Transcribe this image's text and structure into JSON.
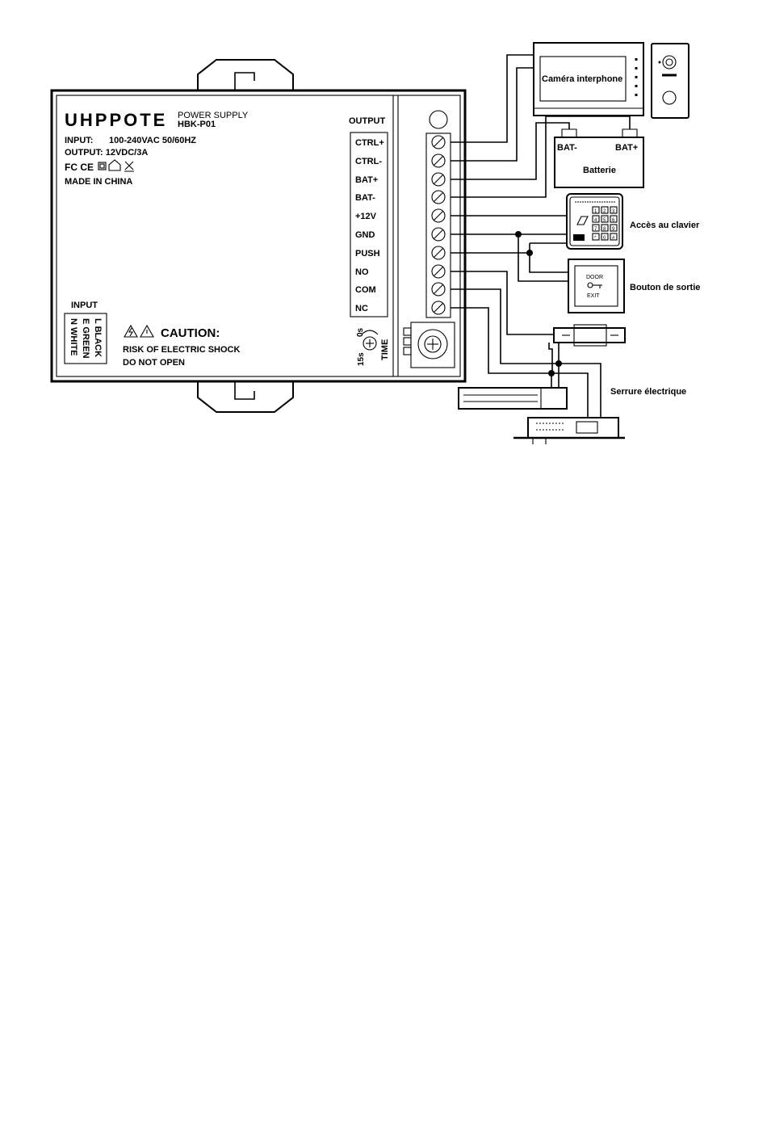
{
  "psu": {
    "brand": "UHPPOTE",
    "product": "POWER SUPPLY",
    "model": "HBK-P01",
    "input_label": "INPUT:",
    "input_value": "100-240VAC 50/60HZ",
    "output_spec": "OUTPUT: 12VDC/3A",
    "certifications": "FC CE",
    "made_in": "MADE IN CHINA",
    "output_header": "OUTPUT",
    "terminals": [
      "CTRL+",
      "CTRL-",
      "BAT+",
      "BAT-",
      "+12V",
      "GND",
      "PUSH",
      "NO",
      "COM",
      "NC"
    ],
    "input_header": "INPUT",
    "input_wires": [
      "L BLACK",
      "E GREEN",
      "N WHITE"
    ],
    "caution_title": "CAUTION:",
    "caution_line1": "RISK OF ELECTRIC SHOCK",
    "caution_line2": "DO NOT OPEN",
    "timer_label": "TIME",
    "timer_min": "0s",
    "timer_max": "15s"
  },
  "devices": {
    "intercom_label": "Caméra interphone",
    "battery_neg": "BAT-",
    "battery_pos": "BAT+",
    "battery_label": "Batterie",
    "keypad_label": "Accès au clavier",
    "keypad_keys": [
      "1",
      "2",
      "3",
      "4",
      "5",
      "6",
      "7",
      "8",
      "9",
      "*",
      "0",
      "#"
    ],
    "exit_label": "Bouton de sortie",
    "exit_top": "DOOR",
    "exit_bottom": "EXIT",
    "lock_label": "Serrure électrique"
  },
  "colors": {
    "line": "#000000",
    "background": "#ffffff"
  }
}
